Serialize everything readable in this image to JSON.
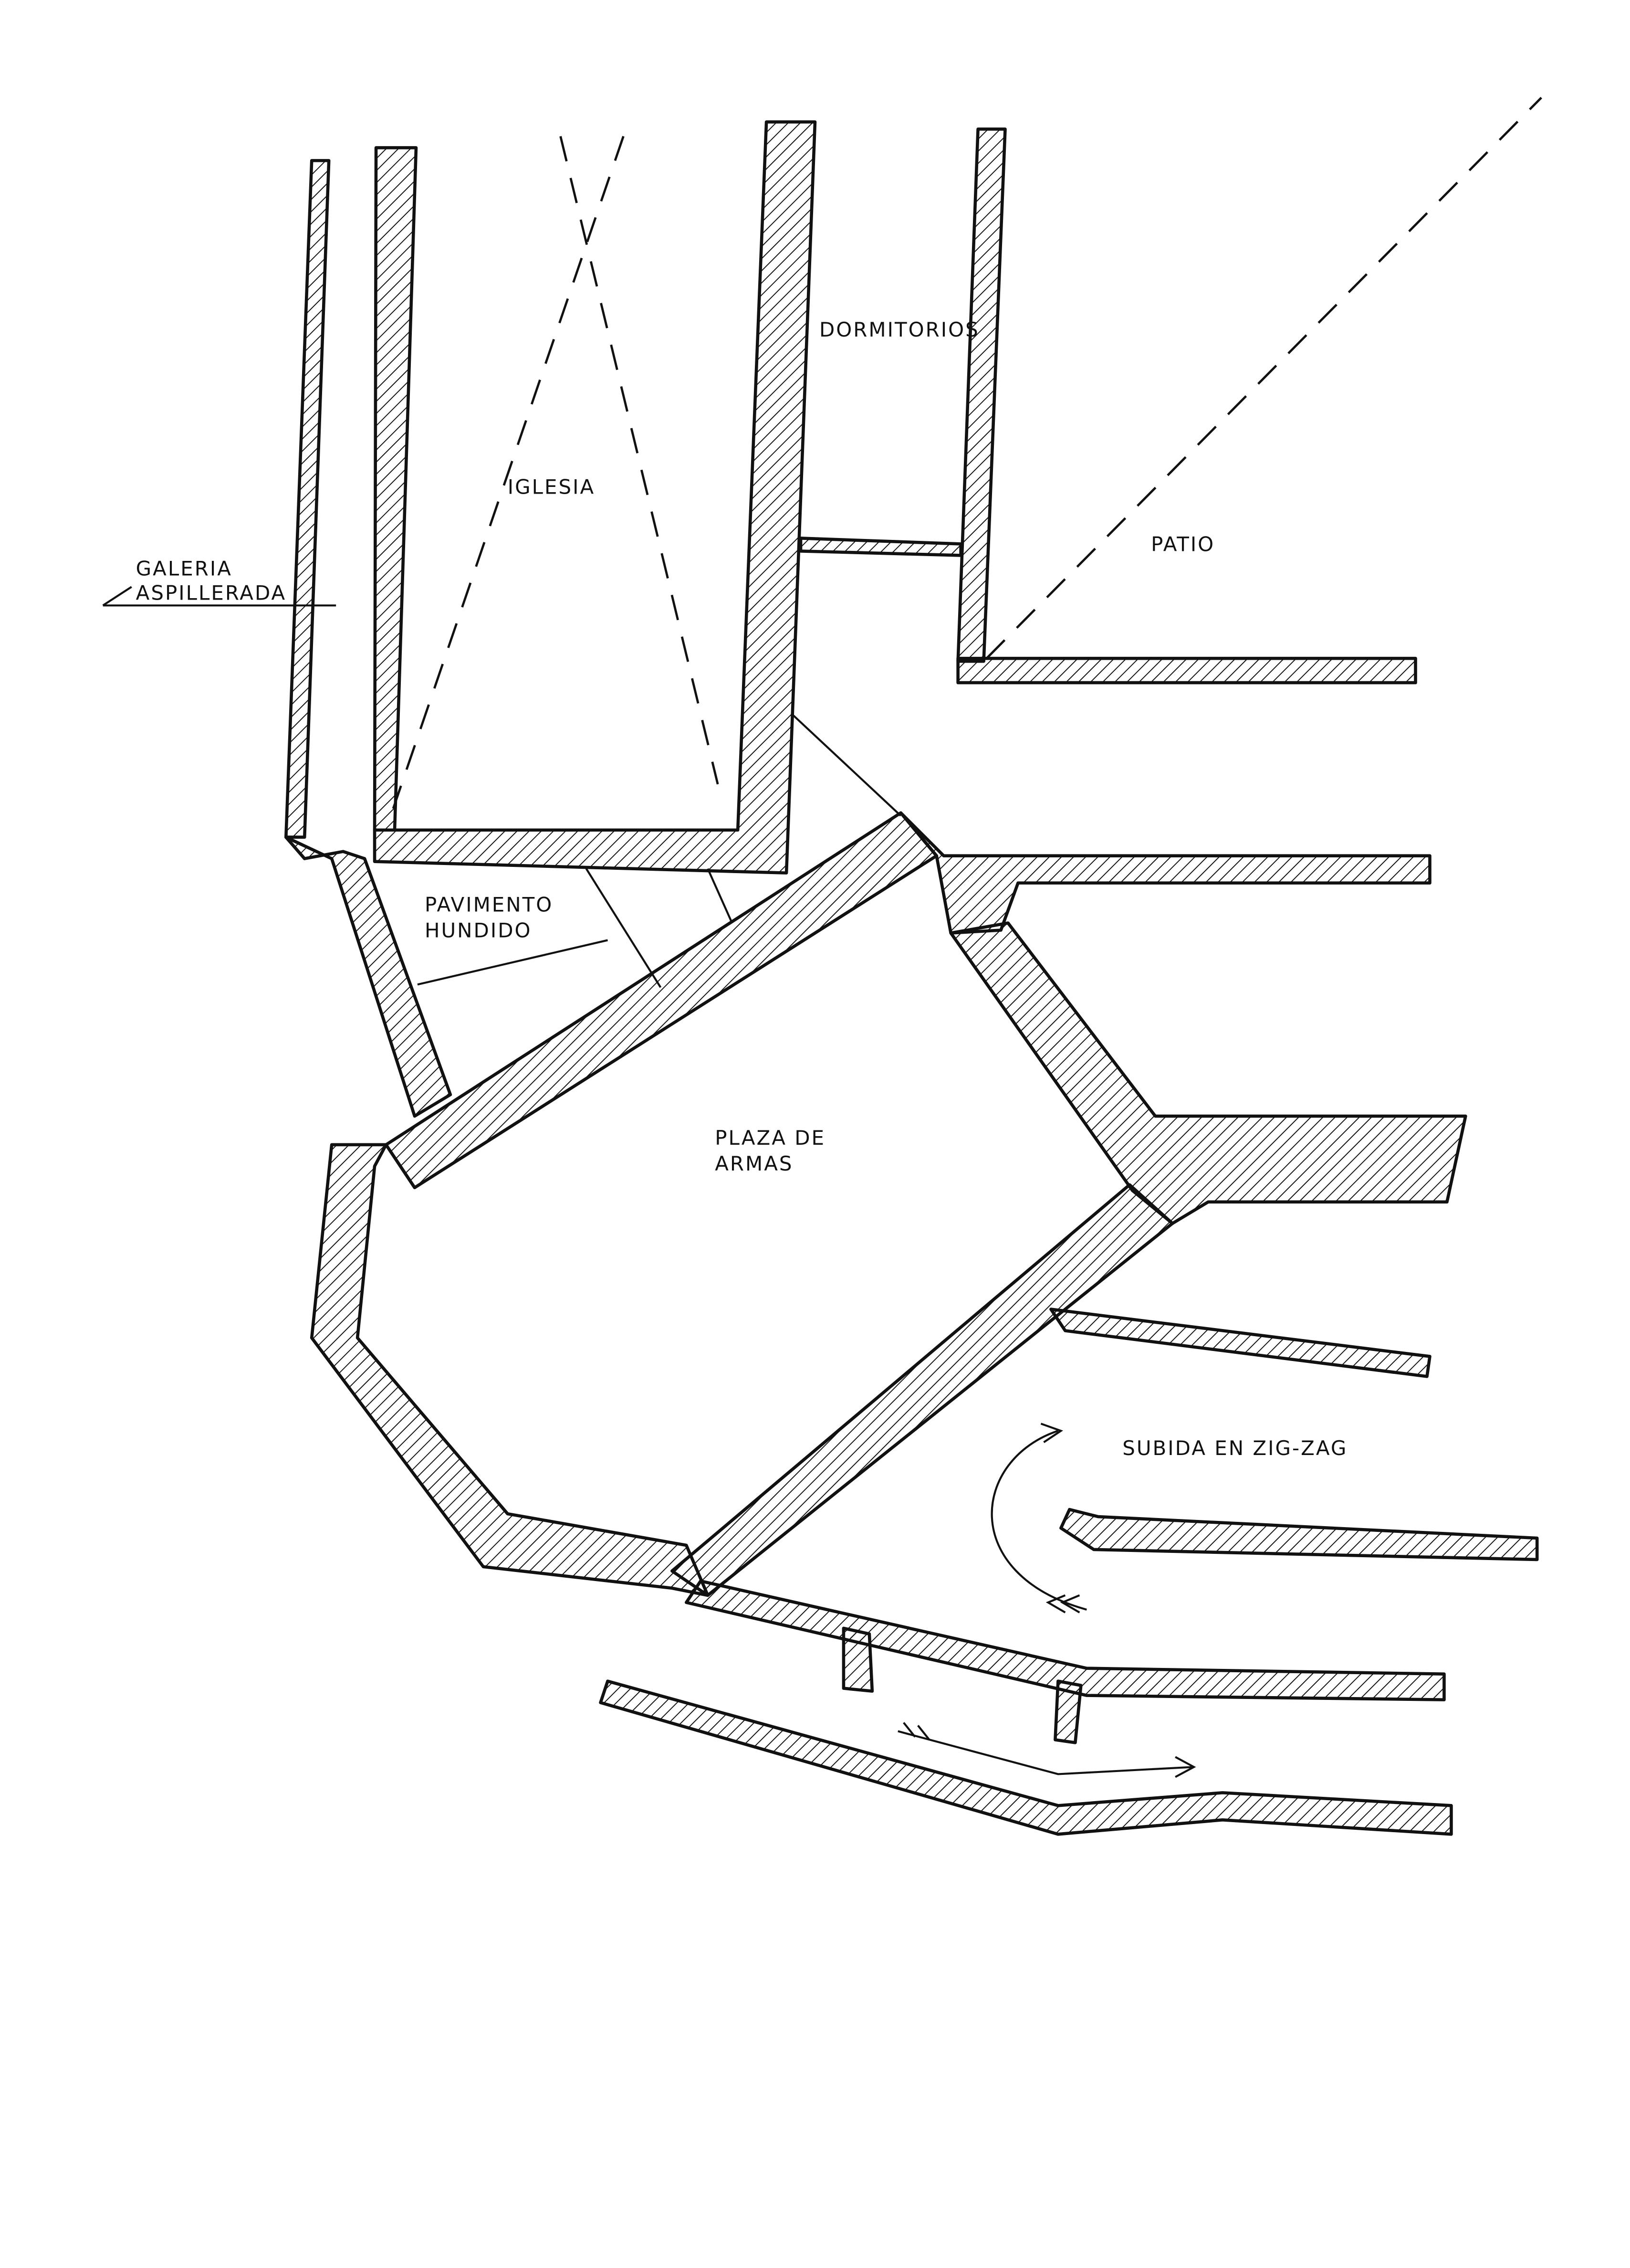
{
  "labels": {
    "iglesia": "IGLESIA",
    "dormitorios": "DORMITORIOS",
    "patio": "PATIO",
    "galeria_1": "GALERIA",
    "galeria_2": "ASPILLERADA",
    "pavimento_1": "PAVIMENTO",
    "pavimento_2": "HUNDIDO",
    "plaza_1": "PLAZA DE",
    "plaza_2": "ARMAS",
    "subida": "SUBIDA EN ZIG-ZAG"
  },
  "colors": {
    "ink": "#111111",
    "paper": "#ffffff"
  }
}
